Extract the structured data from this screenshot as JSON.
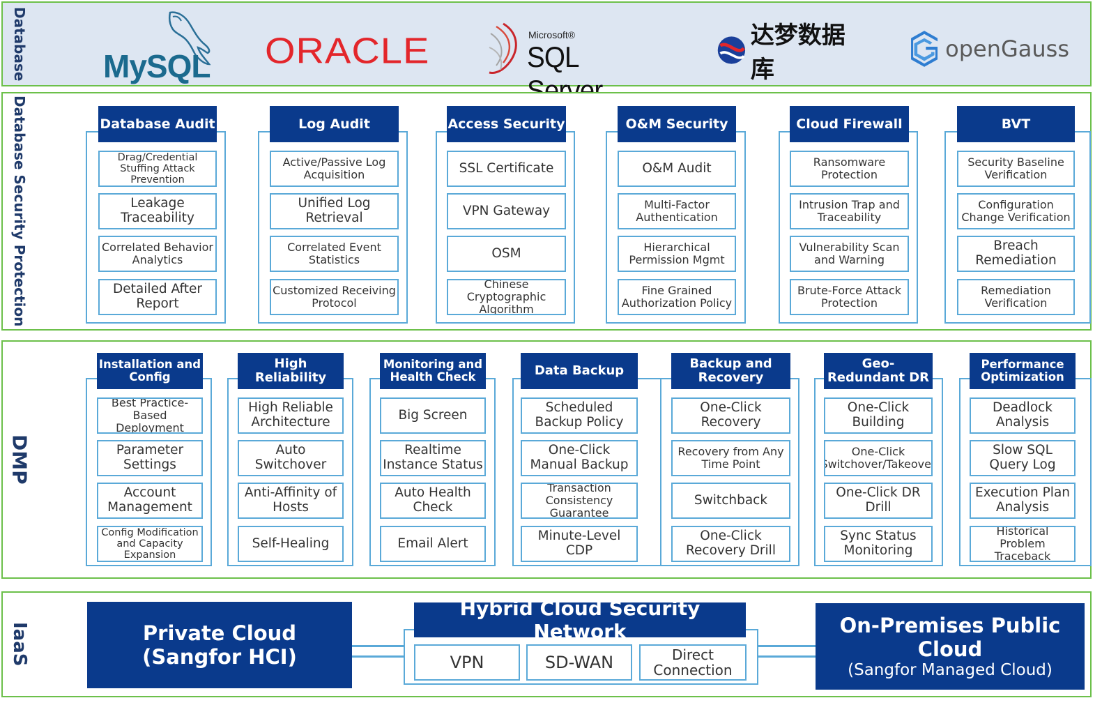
{
  "bands": {
    "database": "Database",
    "security": "Database Security Protection",
    "dmp": "DMP",
    "iaas": "IaaS"
  },
  "logos": {
    "mysql": "MySQL",
    "oracle": "ORACLE",
    "sqlserver_small": "Microsoft®",
    "sqlserver_big": "SQL Server",
    "dameng": "达梦数据库",
    "opengauss": "openGauss"
  },
  "colors": {
    "band_border": "#6cc04a",
    "title_fill": "#0a3a8c",
    "item_border": "#5aa9d8",
    "db_band_fill": "#dde6f2"
  },
  "security": [
    {
      "title": "Database Audit",
      "items": [
        "Drag/Credential Stuffing Attack Prevention",
        "Leakage Traceability",
        "Correlated Behavior Analytics",
        "Detailed After Report"
      ]
    },
    {
      "title": "Log Audit",
      "items": [
        "Active/Passive Log Acquisition",
        "Unified Log Retrieval",
        "Correlated Event Statistics",
        "Customized Receiving Protocol"
      ]
    },
    {
      "title": "Access Security",
      "items": [
        "SSL Certificate",
        "VPN Gateway",
        "OSM",
        "Chinese Cryptographic Algorithm"
      ]
    },
    {
      "title": "O&M Security",
      "items": [
        "O&M Audit",
        "Multi-Factor Authentication",
        "Hierarchical Permission Mgmt",
        "Fine Grained Authorization Policy"
      ]
    },
    {
      "title": "Cloud Firewall",
      "items": [
        "Ransomware Protection",
        "Intrusion Trap and Traceability",
        "Vulnerability Scan and Warning",
        "Brute-Force Attack Protection"
      ]
    },
    {
      "title": "BVT",
      "items": [
        "Security Baseline Verification",
        "Configuration Change Verification",
        "Breach Remediation",
        "Remediation Verification"
      ]
    }
  ],
  "dmp": [
    {
      "title": "Installation and Config",
      "items": [
        "Best Practice-Based Deployment",
        "Parameter Settings",
        "Account Management",
        "Config Modification and Capacity Expansion"
      ]
    },
    {
      "title": "High Reliability",
      "items": [
        "High Reliable Architecture",
        "Auto Switchover",
        "Anti-Affinity of Hosts",
        "Self-Healing"
      ]
    },
    {
      "title": "Monitoring and Health Check",
      "items": [
        "Big Screen",
        "Realtime Instance Status",
        "Auto Health Check",
        "Email Alert"
      ]
    },
    {
      "title": "Data Backup",
      "items": [
        "Scheduled Backup Policy",
        "One-Click Manual Backup",
        "Transaction Consistency Guarantee",
        "Minute-Level CDP"
      ]
    },
    {
      "title": "Backup and Recovery",
      "items": [
        "One-Click Recovery",
        "Recovery from Any Time Point",
        "Switchback",
        "One-Click Recovery Drill"
      ]
    },
    {
      "title": "Geo-Redundant DR",
      "items": [
        "One-Click Building",
        "One-Click Switchover/Takeover",
        "One-Click DR Drill",
        "Sync Status Monitoring"
      ]
    },
    {
      "title": "Performance Optimization",
      "items": [
        "Deadlock Analysis",
        "Slow SQL Query Log",
        "Execution Plan Analysis",
        "Historical Problem Traceback"
      ]
    }
  ],
  "iaas": {
    "private_line1": "Private Cloud",
    "private_line2": "(Sangfor HCI)",
    "hybrid_title": "Hybrid Cloud Security Network",
    "hybrid_items": [
      "VPN",
      "SD-WAN",
      "Direct Connection"
    ],
    "public_line1": "On-Premises Public Cloud",
    "public_line2": "(Sangfor Managed Cloud)"
  }
}
